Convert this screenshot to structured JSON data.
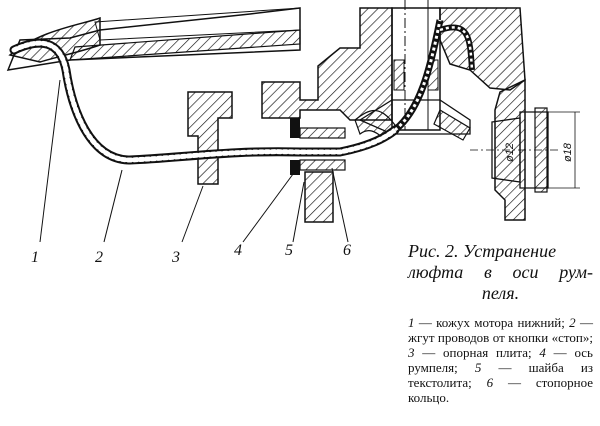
{
  "caption": {
    "line1": "Рис. 2. Устранение",
    "line2": "люфта в оси рум-",
    "line3": "пеля."
  },
  "legend": [
    {
      "num": "1",
      "text": " — кожух мотора нижний; "
    },
    {
      "num": "2",
      "text": " — жгут проводов от кнопки «стоп»; "
    },
    {
      "num": "3",
      "text": " — опорная плита; "
    },
    {
      "num": "4",
      "text": " — ось румпеля; "
    },
    {
      "num": "5",
      "text": " — шайба из текстолита; "
    },
    {
      "num": "6",
      "text": " — стопорное кольцо."
    }
  ],
  "callouts": [
    "1",
    "2",
    "3",
    "4",
    "5",
    "6"
  ],
  "dimensions": {
    "inner": "ø12",
    "outer": "ø18"
  }
}
